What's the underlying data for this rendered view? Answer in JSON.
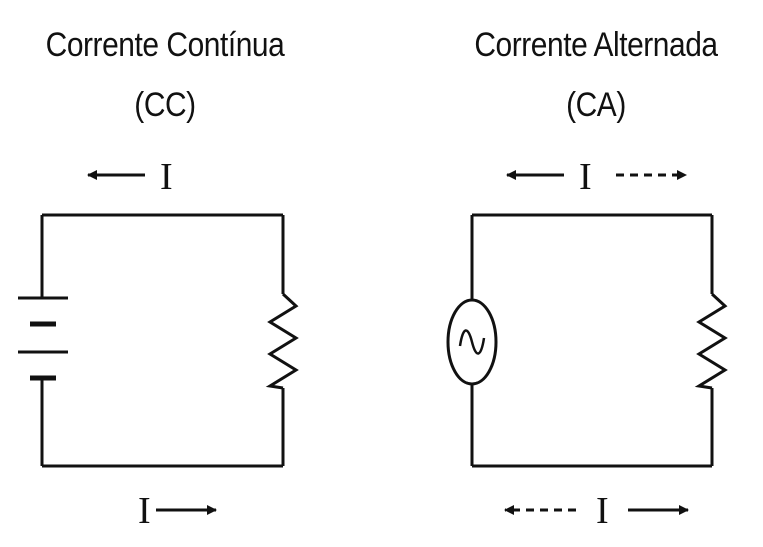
{
  "left": {
    "title": "Corrente Contínua",
    "subtitle": "(CC)",
    "current_top": "I",
    "current_bottom": "I"
  },
  "right": {
    "title": "Corrente Alternada",
    "subtitle": "(CA)",
    "current_top": "I",
    "current_bottom": "I"
  },
  "colors": {
    "line": "#111111",
    "background": "#ffffff"
  },
  "icons": [
    "battery-icon",
    "resistor-icon",
    "ac-source-icon",
    "arrow-left-icon",
    "arrow-right-icon",
    "dashed-arrow-icon"
  ]
}
